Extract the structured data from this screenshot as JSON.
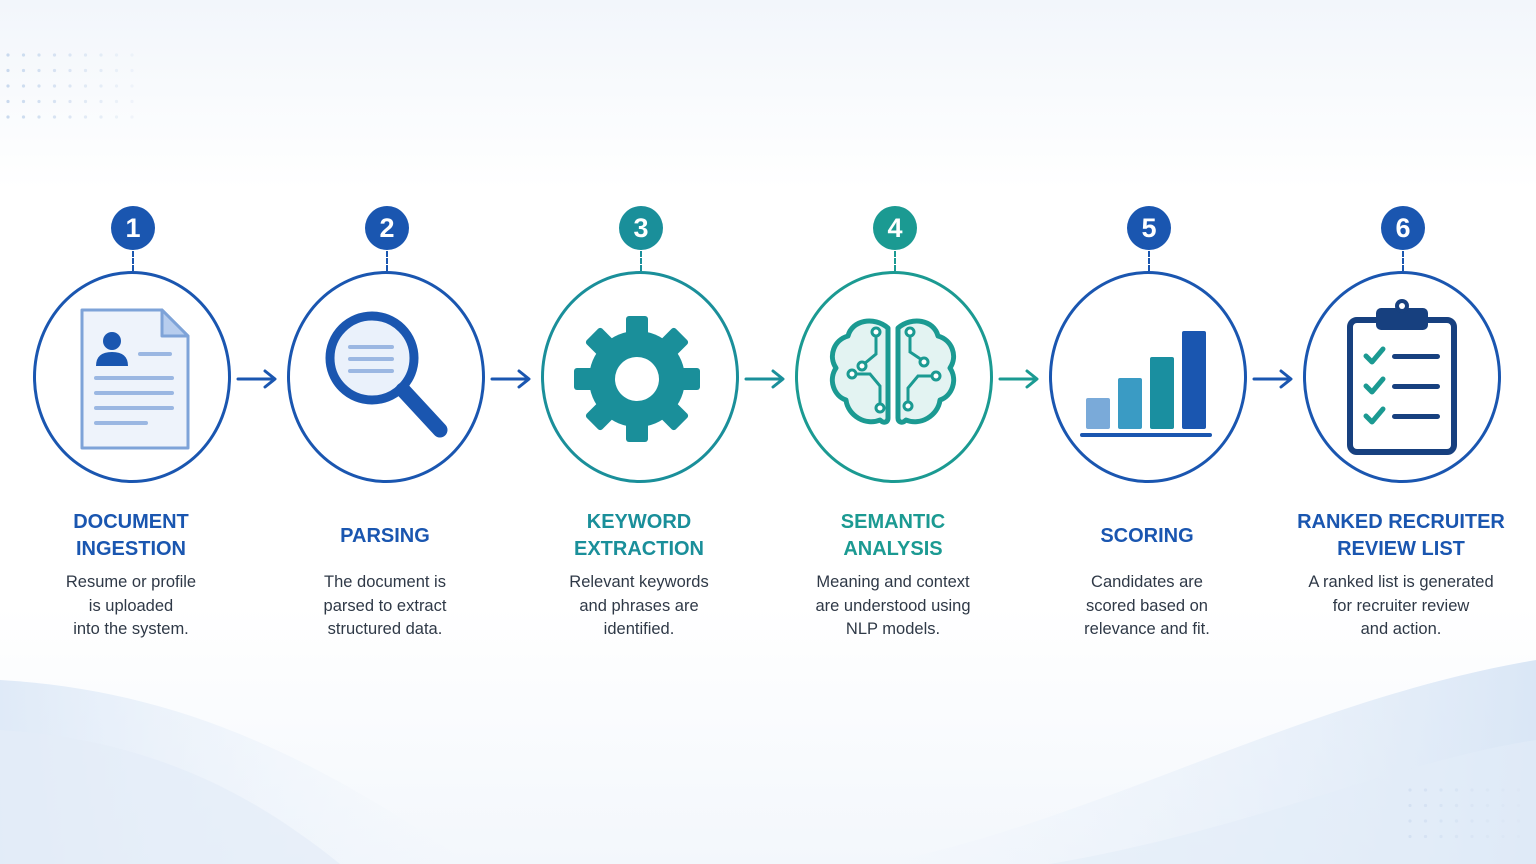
{
  "steps": [
    {
      "number": "1",
      "title": "DOCUMENT\nINGESTION",
      "description": "Resume or profile\nis uploaded\ninto the system.",
      "icon": "document-icon",
      "color": "#1a56b0"
    },
    {
      "number": "2",
      "title": "PARSING",
      "description": "The document is\nparsed to extract\nstructured data.",
      "icon": "magnifier-icon",
      "color": "#1a56b0"
    },
    {
      "number": "3",
      "title": "KEYWORD\nEXTRACTION",
      "description": "Relevant keywords\nand phrases are\nidentified.",
      "icon": "gear-icon",
      "color": "#1a8f9a"
    },
    {
      "number": "4",
      "title": "SEMANTIC\nANALYSIS",
      "description": "Meaning and context\nare understood using\nNLP models.",
      "icon": "brain-icon",
      "color": "#1b9a92"
    },
    {
      "number": "5",
      "title": "SCORING",
      "description": "Candidates are\nscored based on\nrelevance and fit.",
      "icon": "bar-chart-icon",
      "color": "#1a56b0"
    },
    {
      "number": "6",
      "title": "RANKED RECRUITER\nREVIEW LIST",
      "description": "A ranked list is generated\nfor recruiter review\nand action.",
      "icon": "clipboard-checklist-icon",
      "color": "#1a56b0"
    }
  ],
  "flow_arrows": 5
}
